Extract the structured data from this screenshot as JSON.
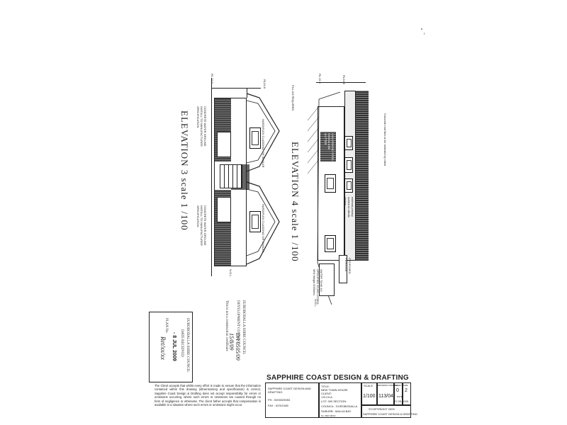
{
  "elevation3": {
    "title": "ELEVATION 3  scale 1 /100",
    "rl_label": "RL 22.0",
    "ridge_label": "RL24.8",
    "note_top": "HARDIFLEX CLADDING OR SIMILAR",
    "note_bottom": "HARDIFLEX CLADDING OR SIMILAR",
    "concrete_left": "CONCRETE WATER GROUND INSTALL TO MANUFACTURER SPECIFICATION",
    "concrete_right": "CONCRETE WATER GROUND INSTALL TO MANUFACTURER SPECIFICATION",
    "ngl": "N.G.L."
  },
  "elevation4": {
    "title": "ELEVATION 4  scale 1 /100",
    "rl_label": "RL 22.0",
    "ridge_label": "RL24.8",
    "fill_note": "FILL AS REQUIRED",
    "roof_note": "Concrete roof tiles to be selected by client",
    "panel_label": "COLORBOND STEEL FASCIA AND GUTTER",
    "screen_note": "external privacy screen to clients choice",
    "pergola": "PROPOSED PERGOLA",
    "tank": "WATER TANK AS SPECIFIED 10,000 LITRES MIN Height 2000mm",
    "ngl": "N.G.L."
  },
  "stamp": {
    "line1": "EUROBODALLA SHIRE COUNCIL",
    "line2": "DATE RECEIVED",
    "date": "- 8 JUL 2009",
    "plan_no_label": "PLAN No.",
    "plan_no_value": "Ret/xx/xx"
  },
  "stamp2": {
    "line1": "EUROBODALLA SHIRE COUNCIL",
    "line2": "DEVELOPMENT CONSENT",
    "line3": "This is not a construction certificate",
    "handwriting": "DA 0505/09 15/8/09"
  },
  "titleblock": {
    "company": "SAPPHIRE COAST DESIGN & DRAFTING",
    "disclaimer": "The Client accepts that whilst every effort is made to ensure that the information contained within this drawing (dimensioning and specification) is correct, Sapphire Coast Design & Drafting does not accept responsibility for errors or omissions occurring, where such errors or omissions are caused through no form of negligence or otherwise. The client futher accepts that compensation is available in a situation where such errors or omissions might occur.",
    "firm_name": "SAPPHIRE COAST DESIGN AND DRAFTING",
    "ph": "PH : 0000025553",
    "fax": "FAX : 02310185",
    "title_label": "TITLE:",
    "title_value": "NEW TOWN HOUSE",
    "client_label": "CLIENT:",
    "client_value": "J.B.I.N.A",
    "lot": "LOT: 300  SECTION :",
    "council": "COUNCIL : EUROBODALLA",
    "suburb": "SUBURB : MALUA BAY",
    "scale_head": "SCALE",
    "scale_value": "1/100",
    "drawing_head": "DRAWING NUMBER",
    "drawing_value": "113/04",
    "sheet_head": "SHEET",
    "sheet_value": "0",
    "size_head": "SIZE",
    "size_value": "2",
    "date_label": "DATE",
    "date_value": "07.05.2009",
    "copyright": "©COPYRIGHT 2009",
    "copyright_company": "SAPPHIRE COAST DESIGN & DRAFTING",
    "no_label": "No. REF DESC"
  }
}
